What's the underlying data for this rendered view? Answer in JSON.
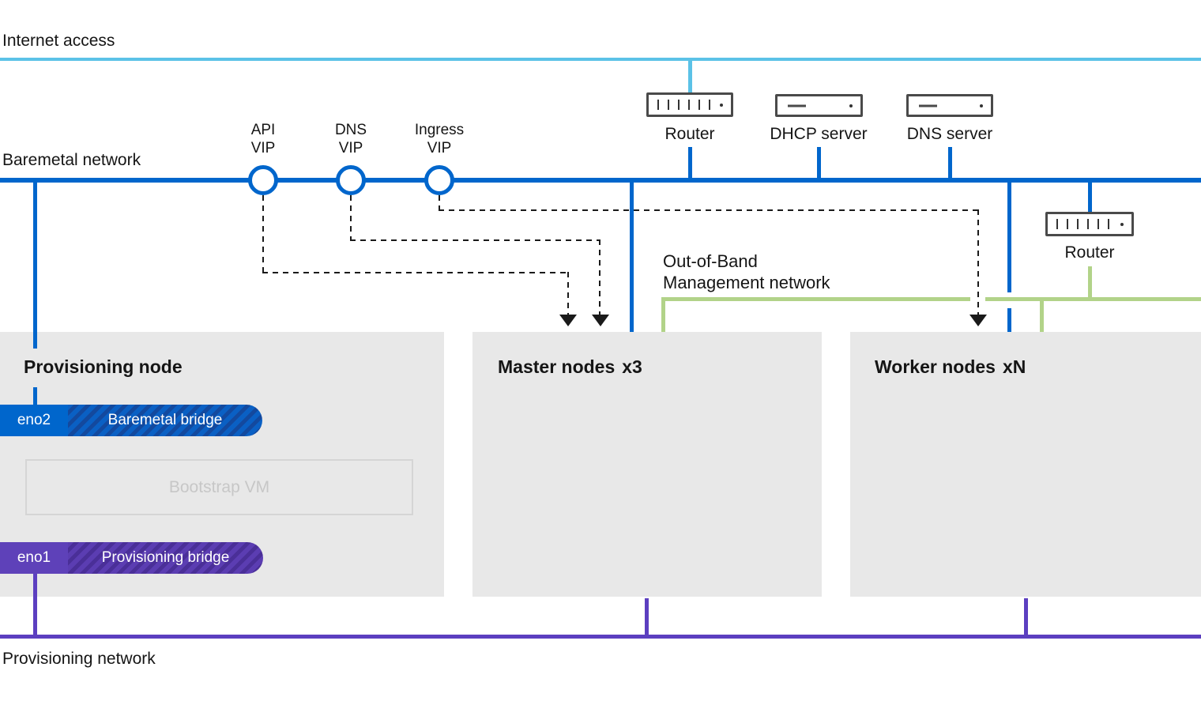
{
  "colors": {
    "cyan": "#5BC2E7",
    "blue": "#0066CC",
    "green": "#B2D389",
    "purple": "#5C3FC0",
    "purple_solid": "#5E41B9",
    "purple_hatch_base": "#5B3DB2",
    "purple_hatch_dark": "#4A2F98",
    "blue_hatch_base": "#0A60C4",
    "blue_hatch_dark": "#13499E",
    "box_gray": "#E8E8E8",
    "ink": "#151515",
    "icon_border": "#4A4A4A",
    "dashed": "#1A1A1A",
    "bootstrap_border": "#D5D5D5",
    "bootstrap_text": "#C7C7C7"
  },
  "networks": {
    "internet": {
      "label": "Internet access"
    },
    "baremetal": {
      "label": "Baremetal network"
    },
    "out_of_band": {
      "label_line1": "Out-of-Band",
      "label_line2": "Management network"
    },
    "provisioning": {
      "label": "Provisioning network"
    }
  },
  "vips": {
    "api": {
      "line1": "API",
      "line2": "VIP"
    },
    "dns": {
      "line1": "DNS",
      "line2": "VIP"
    },
    "ingress": {
      "line1": "Ingress",
      "line2": "VIP"
    }
  },
  "devices": {
    "router_top": {
      "label": "Router",
      "icon": "router-icon"
    },
    "dhcp_server": {
      "label": "DHCP server",
      "icon": "server-icon"
    },
    "dns_server": {
      "label": "DNS server",
      "icon": "server-icon"
    },
    "router_right": {
      "label": "Router",
      "icon": "router-icon"
    }
  },
  "nodes": {
    "provisioning": {
      "title": "Provisioning node",
      "baremetal_nic": {
        "port": "eno2",
        "bridge": "Baremetal bridge"
      },
      "bootstrap_vm": {
        "label": "Bootstrap VM"
      },
      "provisioning_nic": {
        "port": "eno1",
        "bridge": "Provisioning bridge"
      }
    },
    "master": {
      "title": "Master nodes",
      "count": "x3"
    },
    "worker": {
      "title": "Worker nodes",
      "count": "xN"
    }
  }
}
